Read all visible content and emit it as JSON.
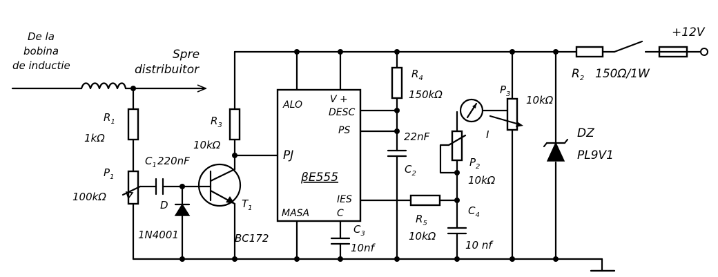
{
  "labels": {
    "source_line1": "De la",
    "source_line2": "bobina",
    "source_line3": "de inductie",
    "dest_line1": "Spre",
    "dest_line2": "distribuitor",
    "supply": "+12V",
    "r1_name": "R",
    "r1_sub": "1",
    "r1_value": "1kΩ",
    "p1_name": "P",
    "p1_sub": "1",
    "p1_value": "100kΩ",
    "c1_name": "C",
    "c1_sub": "1",
    "c1_value": "220nF",
    "d_name": "D",
    "d_value": "1N4001",
    "r3_name": "R",
    "r3_sub": "3",
    "r3_value": "10kΩ",
    "t1_name": "T",
    "t1_sub": "1",
    "t1_value": "BC172",
    "ic_name": "βE555",
    "pin_alo": "ALO",
    "pin_v": "V +",
    "pin_desc": "DESC",
    "pin_ps": "PS",
    "pin_pj": "PJ",
    "pin_ies": "IES",
    "pin_masa": "MASA",
    "pin_c": "C",
    "c3_name": "C",
    "c3_sub": "3",
    "c3_value": "10nf",
    "r4_name": "R",
    "r4_sub": "4",
    "r4_value": "150kΩ",
    "c2_value": "22nF",
    "c2_name": "C",
    "c2_sub": "2",
    "r5_name": "R",
    "r5_sub": "5",
    "r5_value": "10kΩ",
    "c4_name": "C",
    "c4_sub": "4",
    "c4_value": "10 nf",
    "meter_name": "I",
    "p2_name": "P",
    "p2_sub": "2",
    "p2_value": "10kΩ",
    "p3_name": "P",
    "p3_sub": "3",
    "p3_value": "10kΩ",
    "dz_name": "DZ",
    "dz_value": "PL9V1",
    "r2_name": "R",
    "r2_sub": "2",
    "r2_value": "150Ω/1W"
  }
}
